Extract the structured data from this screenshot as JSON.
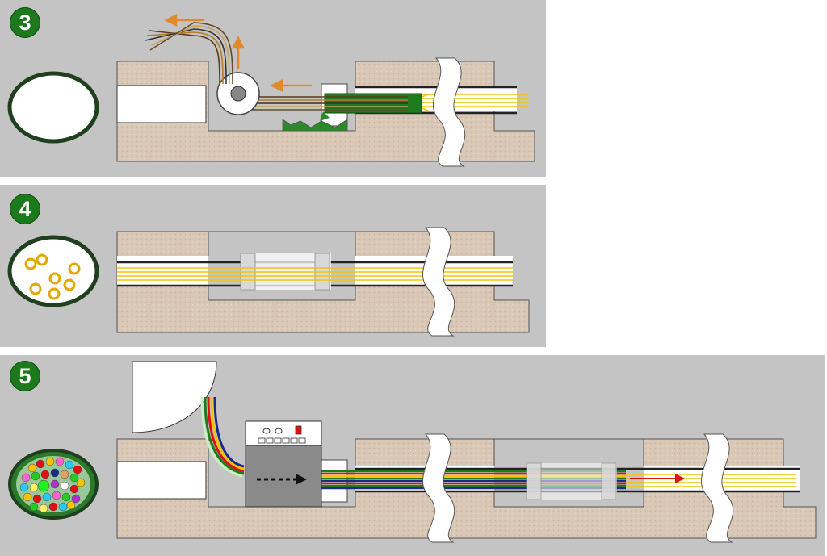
{
  "panels": [
    {
      "step": "3",
      "description_color_soil": "#d8c9b9"
    },
    {
      "step": "4"
    },
    {
      "step": "5"
    }
  ],
  "colors": {
    "panel_bg": "#c4c4c4",
    "soil": "#d8c6b5",
    "pipe_wall": "#222222",
    "fiber": "#f5c400",
    "arrow_orange": "#e08a2a",
    "arrow_red": "#e01010",
    "liner_green": "#1f7a1f",
    "badge_green": "#1c7a1c"
  }
}
